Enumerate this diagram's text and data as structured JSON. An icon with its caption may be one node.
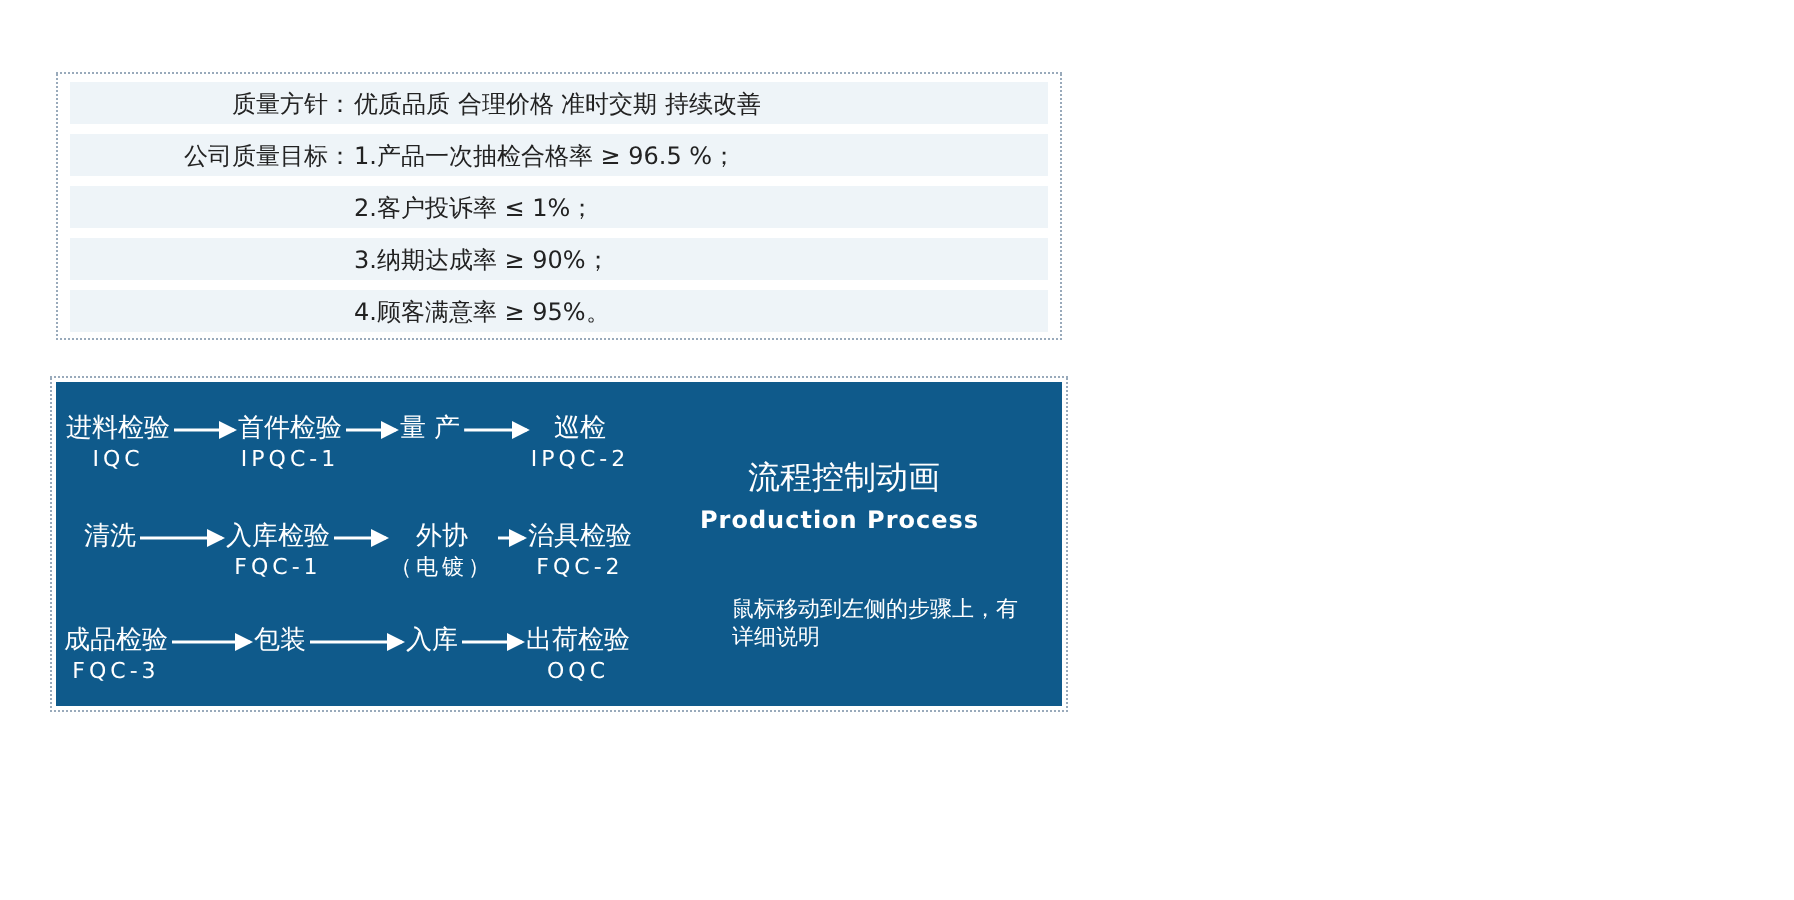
{
  "diagram": {
    "nodes": [
      {
        "text": [
          "进料检验",
          "IQC"
        ]
      },
      {
        "text": [
          "首件检验",
          "IPQC-1"
        ]
      },
      {
        "text": [
          "量 产"
        ]
      },
      {
        "text": [
          "巡检",
          "IPQC-2"
        ]
      },
      {
        "text": [
          "清洗"
        ]
      },
      {
        "text": [
          "入库检验",
          "FQC-1"
        ]
      },
      {
        "text": [
          "外协",
          "（电镀）"
        ]
      },
      {
        "text": [
          "治具检验",
          "FQC-2"
        ]
      },
      {
        "text": [
          "成品检验",
          "FQC-3"
        ]
      },
      {
        "text": [
          "包装"
        ]
      },
      {
        "text": [
          "入库"
        ]
      },
      {
        "text": [
          "出荷检验",
          "OQC"
        ]
      }
    ],
    "edges": [
      {
        "from": 0,
        "to": 1,
        "arrow": "to"
      },
      {
        "from": 1,
        "to": 2,
        "arrow": "to"
      },
      {
        "from": 2,
        "to": 3,
        "arrow": "to"
      },
      {
        "from": 4,
        "to": 5,
        "arrow": "to"
      },
      {
        "from": 5,
        "to": 6,
        "arrow": "to"
      },
      {
        "from": 6,
        "to": 7,
        "arrow": "to"
      },
      {
        "from": 8,
        "to": 9,
        "arrow": "to"
      },
      {
        "from": 9,
        "to": 10,
        "arrow": "to"
      },
      {
        "from": 10,
        "to": 11,
        "arrow": "to"
      }
    ],
    "labels": [
      "质量方针：",
      "优质品质 合理价格 准时交期 持续改善",
      "公司质量目标：",
      "1.产品一次抽检合格率 ≥ 96.5 %；",
      "2.客户投诉率 ≤ 1%；",
      "3.纳期达成率 ≥ 90%；",
      "4.顾客满意率 ≥ 95%。",
      "流程控制动画",
      "Production Process",
      "鼠标移动到左侧的步骤上，有详细说明"
    ]
  }
}
